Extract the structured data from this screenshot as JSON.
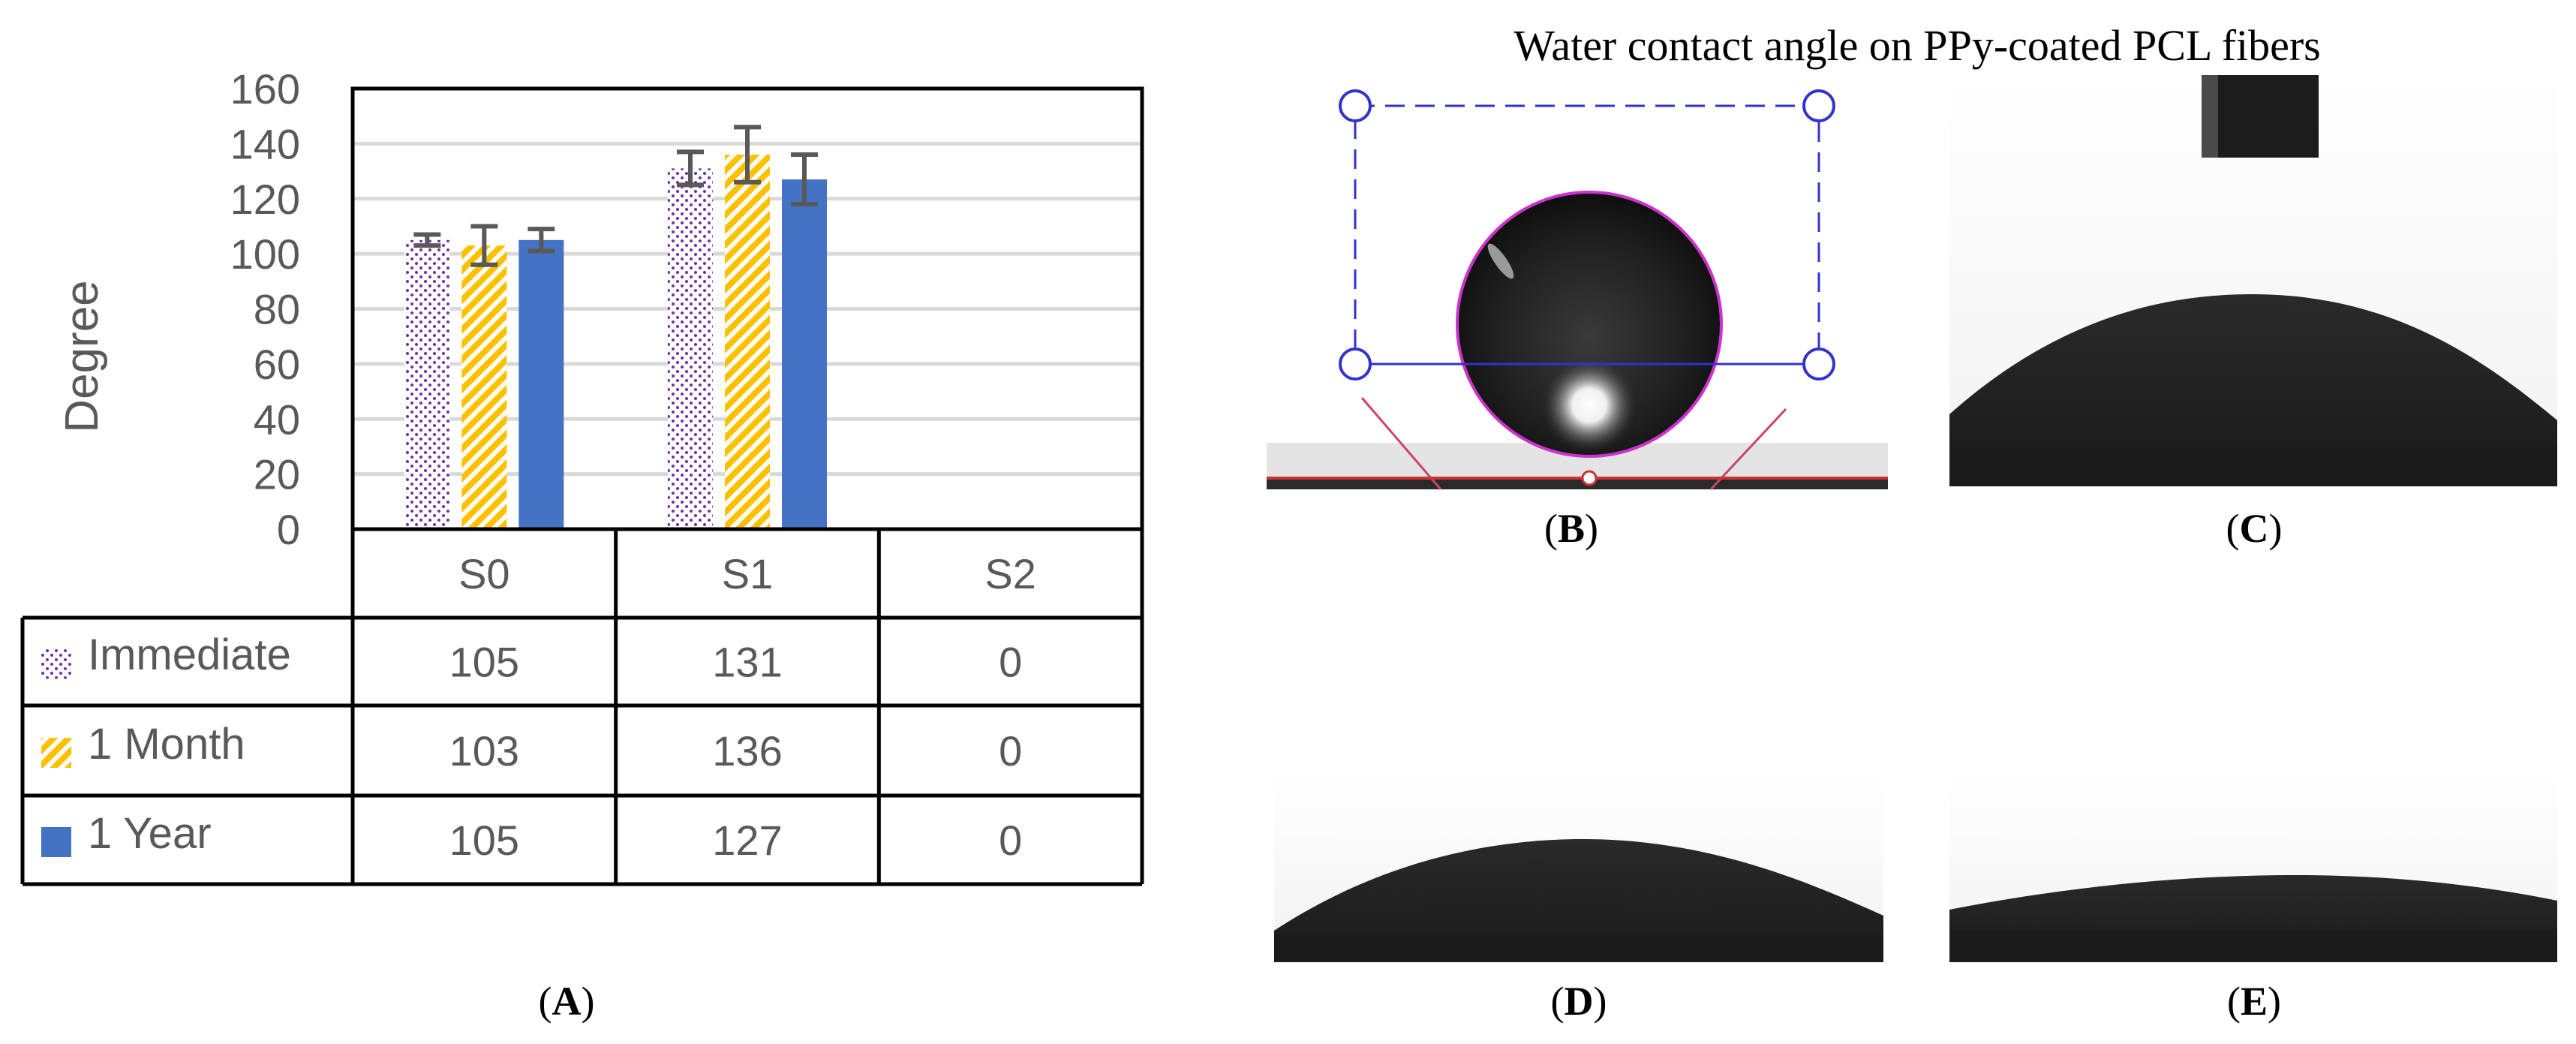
{
  "chart_data": {
    "type": "bar",
    "ylabel": "Degree",
    "ylim": [
      0,
      160
    ],
    "ytick_step": 20,
    "yticks": [
      "0",
      "20",
      "40",
      "60",
      "80",
      "100",
      "120",
      "140",
      "160"
    ],
    "grid": true,
    "categories": [
      "S0",
      "S1",
      "S2"
    ],
    "series": [
      {
        "name": "Immediate",
        "values": [
          105,
          131,
          0
        ],
        "errors": [
          2,
          6,
          0
        ],
        "pattern": "dots",
        "color": "#7030A0"
      },
      {
        "name": "1 Month",
        "values": [
          103,
          136,
          0
        ],
        "errors": [
          7,
          10,
          0
        ],
        "pattern": "diagonal-stripes",
        "color": "#FFC000"
      },
      {
        "name": "1 Year",
        "values": [
          105,
          127,
          0
        ],
        "errors": [
          4,
          9,
          0
        ],
        "pattern": "solid",
        "color": "#4472C4"
      }
    ],
    "data_table": true,
    "panel_label": "A"
  },
  "photos": {
    "title": "Water contact angle on PPy-coated PCL fibers",
    "panels": [
      {
        "label": "B",
        "annotation_color": "#3333CC",
        "fit_color": "#CC33CC"
      },
      {
        "label": "C"
      },
      {
        "label": "D"
      },
      {
        "label": "E"
      }
    ]
  },
  "colors": {
    "grid": "#D9D9D9",
    "error_bar": "#595959",
    "axis_text": "#595959"
  }
}
